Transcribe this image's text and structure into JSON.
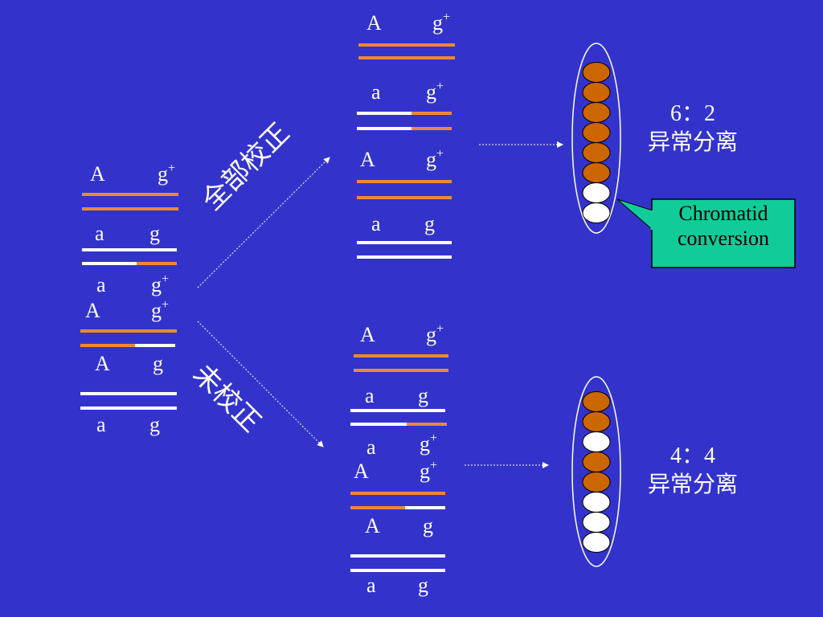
{
  "source_group": {
    "pairs": [
      {
        "top": "A",
        "top_g": "g",
        "top_sup": "+",
        "bottom": "a",
        "bottom_g": "g",
        "bottom_sup": ""
      },
      {
        "top": "a",
        "top_g": "g",
        "top_sup": "+",
        "bottom": "A",
        "bottom_g": "g",
        "bottom_sup": "+"
      },
      {
        "top": "A",
        "top_g": "g",
        "top_sup": "",
        "bottom": "a",
        "bottom_g": "g",
        "bottom_sup": ""
      }
    ]
  },
  "arrow_labels": {
    "full_correction": "全部校正",
    "no_correction": "未校正"
  },
  "upper_group": {
    "labels": [
      {
        "base": "A",
        "g": "g",
        "sup": "+"
      },
      {
        "base": "a",
        "g": "g",
        "sup": "+"
      },
      {
        "base": "A",
        "g": "g",
        "sup": "+"
      },
      {
        "base": "a",
        "g": "g",
        "sup": ""
      }
    ]
  },
  "lower_group": {
    "labels": [
      {
        "base": "A",
        "g": "g",
        "sup": "+"
      },
      {
        "base": "a",
        "g": "g",
        "sup": ""
      },
      {
        "base": "a",
        "g": "g",
        "sup": "+"
      },
      {
        "base": "A",
        "g": "g",
        "sup": "+"
      },
      {
        "base": "A",
        "g": "g",
        "sup": ""
      },
      {
        "base": "a",
        "g": "g",
        "sup": ""
      }
    ]
  },
  "upper_result": {
    "ratio": "6：2",
    "text": "异常分离"
  },
  "lower_result": {
    "ratio": "4：4",
    "text": "异常分离"
  },
  "callout": {
    "line1": "Chromatid",
    "line2": "conversion"
  },
  "colors": {
    "background": "#3333cc",
    "orange_strand": "#ee8833",
    "white_strand": "#ffffff",
    "spore_orange": "#cc6600",
    "spore_white": "#ffffff",
    "callout_fill": "#11cc99"
  },
  "asci": {
    "upper": [
      "orange",
      "orange",
      "orange",
      "orange",
      "orange",
      "orange",
      "white",
      "white"
    ],
    "lower": [
      "orange",
      "orange",
      "white",
      "orange",
      "orange",
      "white",
      "white",
      "white"
    ]
  }
}
